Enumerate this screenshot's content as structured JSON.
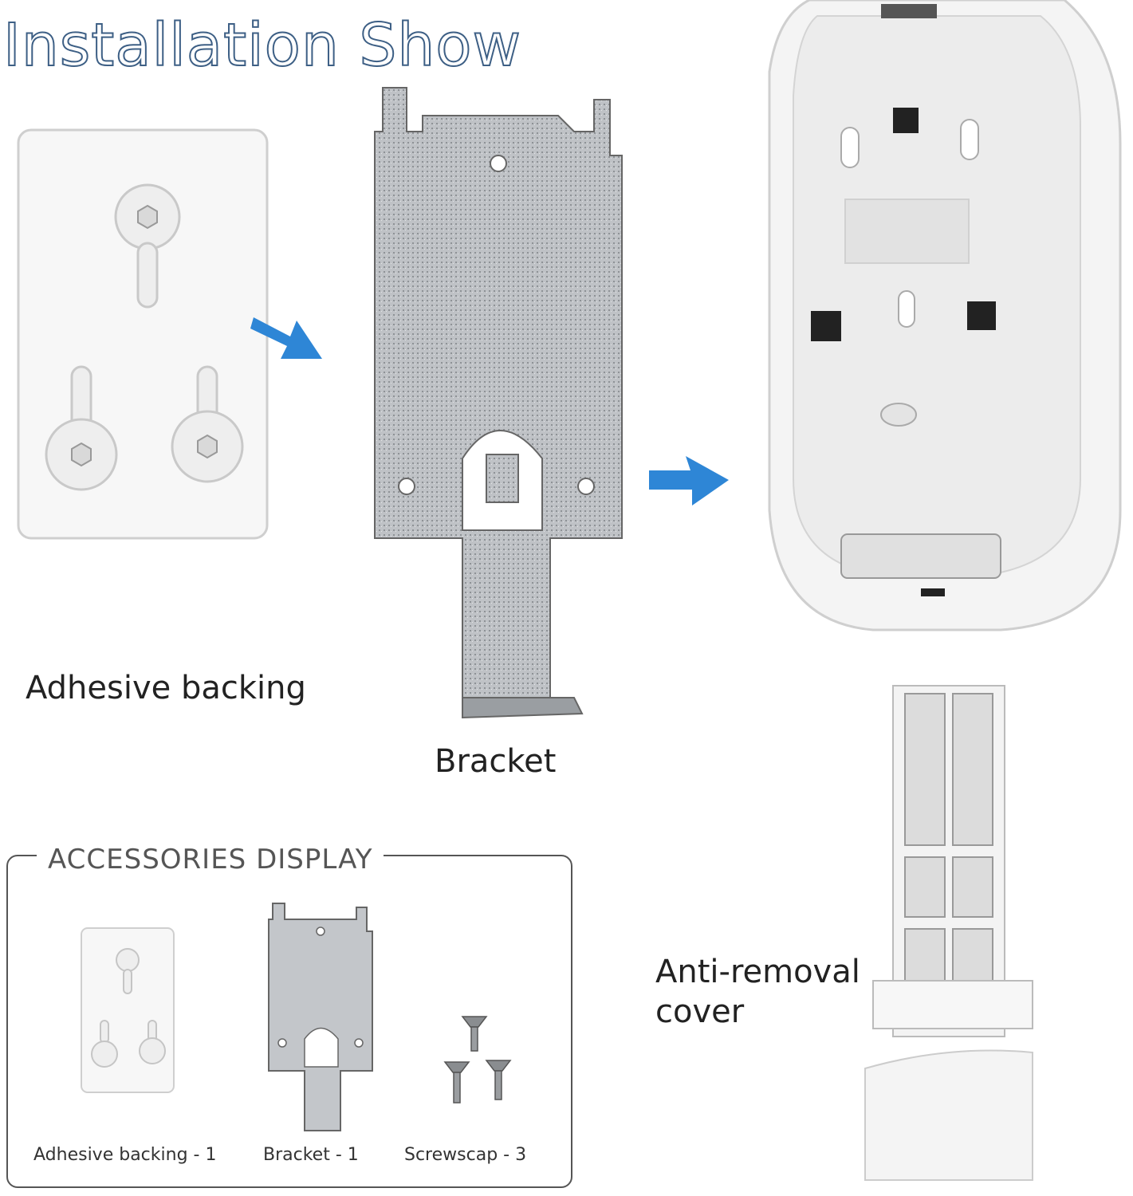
{
  "title": "Installation Show",
  "labels": {
    "adhesive_backing": "Adhesive backing",
    "bracket": "Bracket",
    "anti_removal_line1": "Anti-removal",
    "anti_removal_line2": "cover"
  },
  "accessories": {
    "title": "ACCESSORIES  DISPLAY",
    "items": [
      {
        "label": "Adhesive backing - 1"
      },
      {
        "label": "Bracket - 1"
      },
      {
        "label": "Screwscap - 3"
      }
    ]
  },
  "colors": {
    "title_outline": "#3d5f85",
    "arrow": "#2e86d6",
    "metal": "#b9bcc0",
    "plastic": "#f2f2f2"
  }
}
